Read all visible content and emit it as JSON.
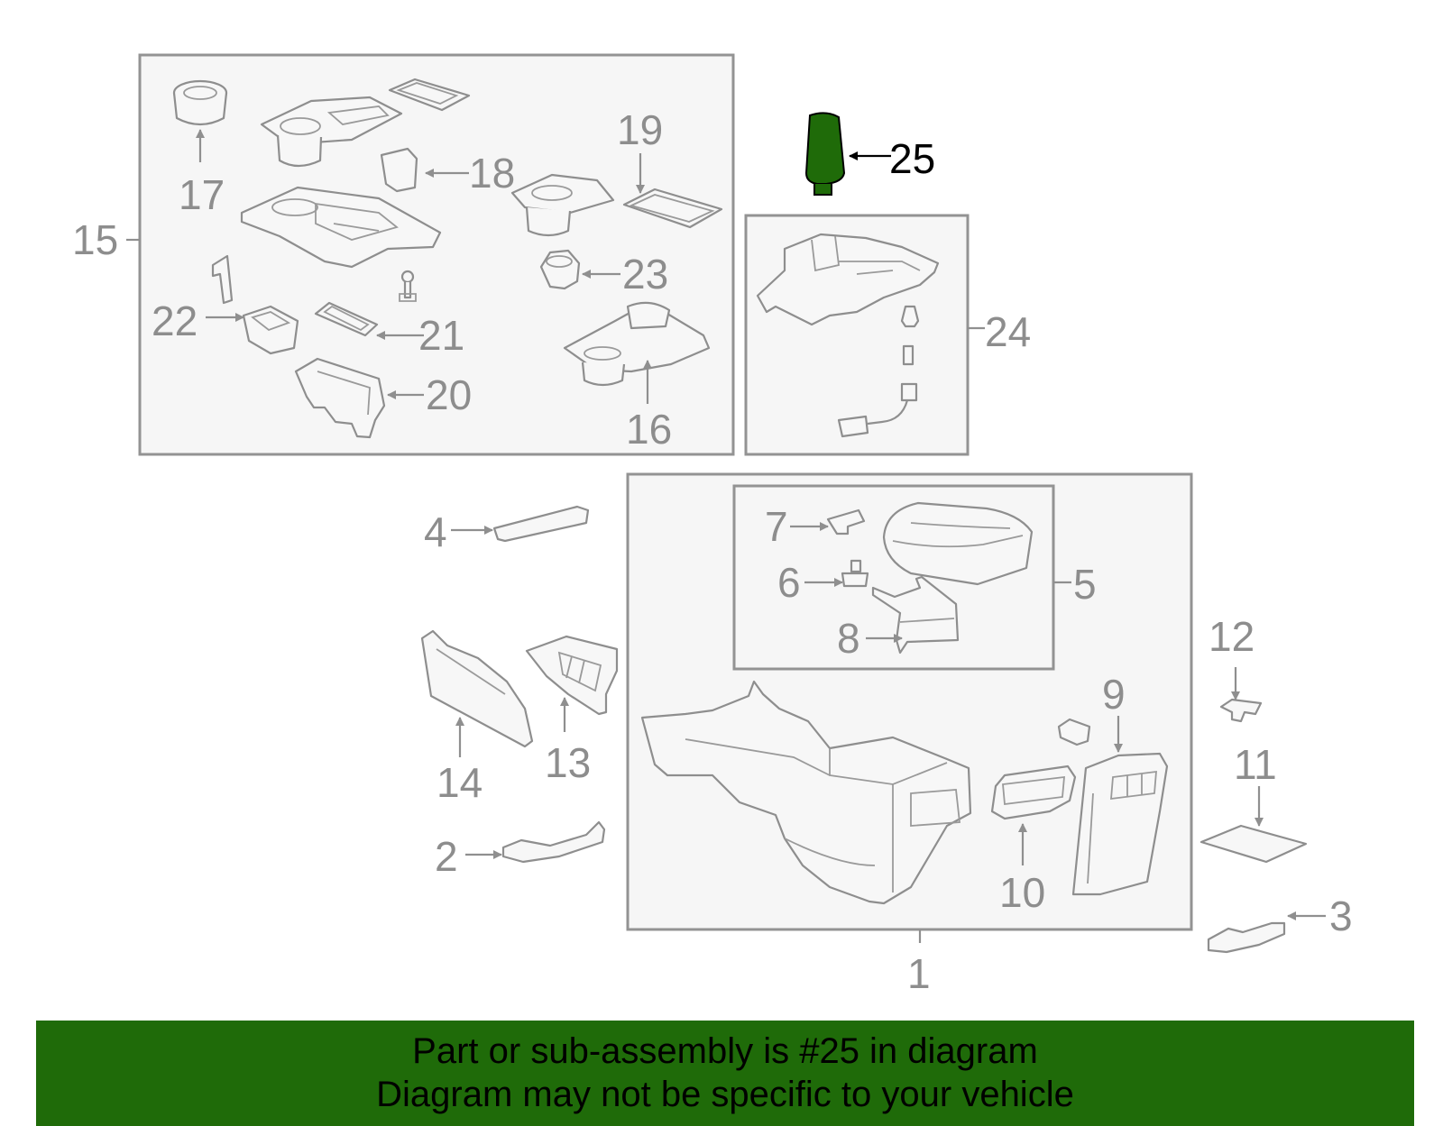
{
  "callouts": {
    "n1": "1",
    "n2": "2",
    "n3": "3",
    "n4": "4",
    "n5": "5",
    "n6": "6",
    "n7": "7",
    "n8": "8",
    "n9": "9",
    "n10": "10",
    "n11": "11",
    "n12": "12",
    "n13": "13",
    "n14": "14",
    "n15": "15",
    "n16": "16",
    "n17": "17",
    "n18": "18",
    "n19": "19",
    "n20": "20",
    "n21": "21",
    "n22": "22",
    "n23": "23",
    "n24": "24",
    "n25": "25"
  },
  "highlight": {
    "part_number": "25",
    "color": "#1f6b09"
  },
  "colors": {
    "line": "#8e8e8e",
    "box_fill": "#f6f6f6",
    "banner": "#1f6b09"
  },
  "banner": {
    "line1": "Part or sub-assembly is #25 in diagram",
    "line2": "Diagram may not be specific to your vehicle"
  }
}
